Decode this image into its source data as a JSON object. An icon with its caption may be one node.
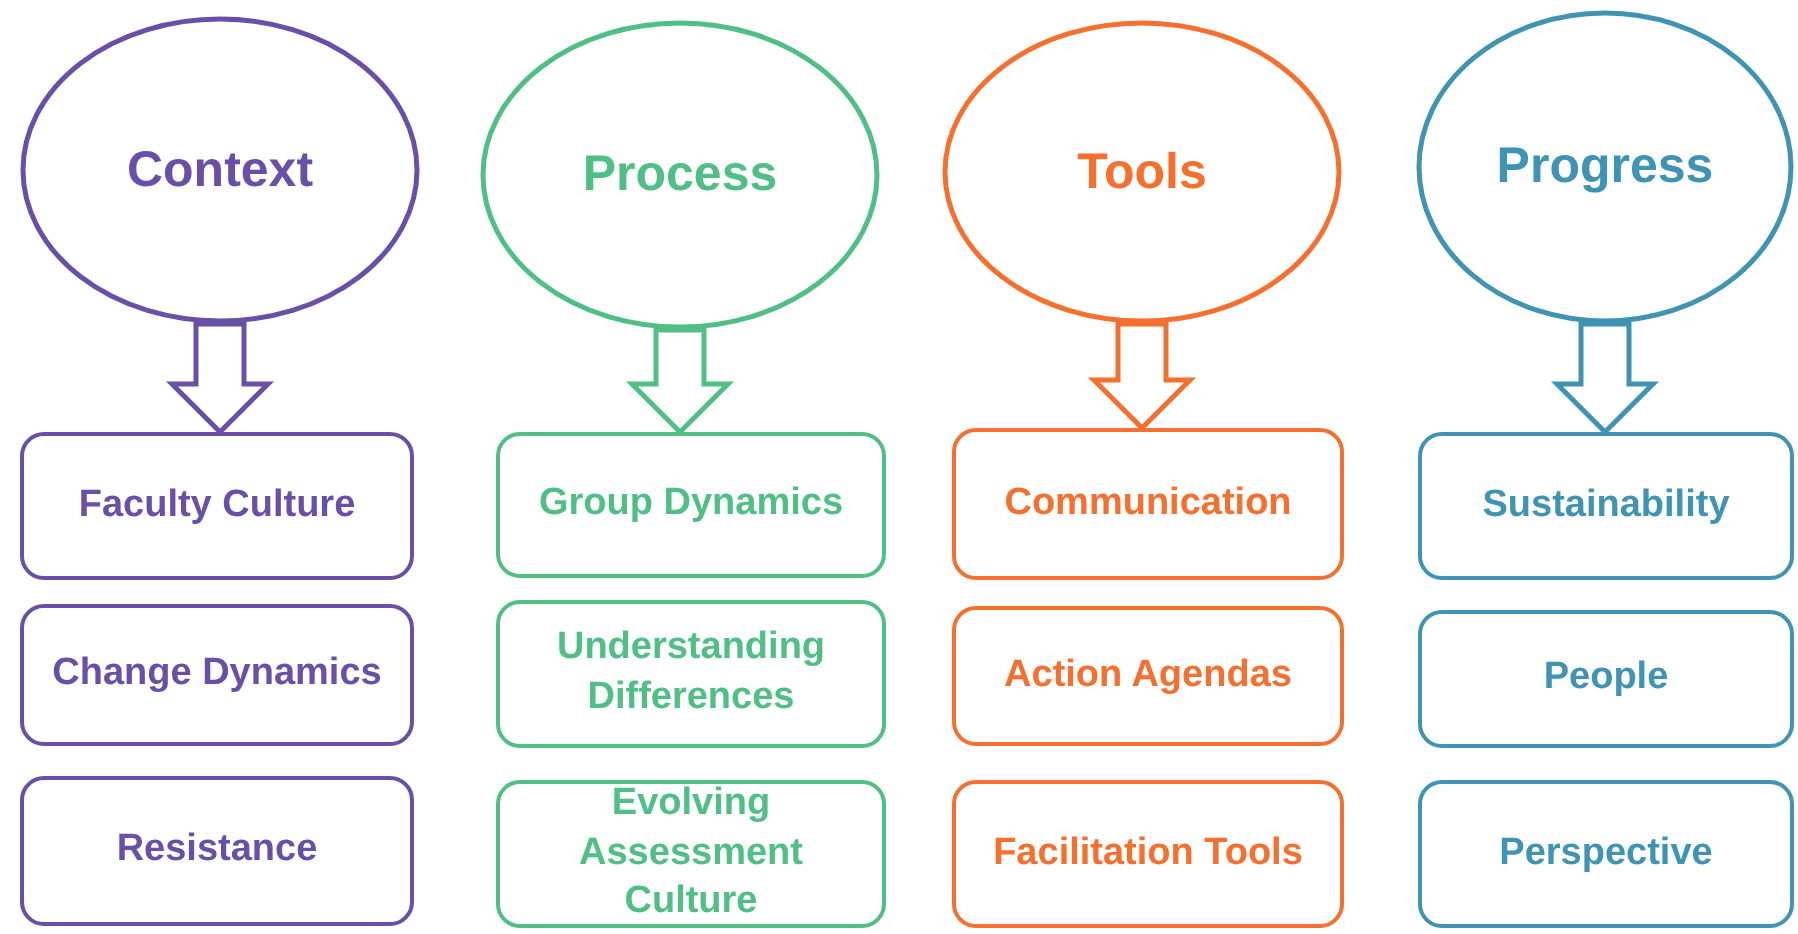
{
  "diagram": {
    "nodes": [
      {
        "text": [
          "Context"
        ]
      },
      {
        "text": [
          "Faculty Culture"
        ]
      },
      {
        "text": [
          "Change Dynamics"
        ]
      },
      {
        "text": [
          "Resistance"
        ]
      },
      {
        "text": [
          "Process"
        ]
      },
      {
        "text": [
          "Group Dynamics"
        ]
      },
      {
        "text": [
          "Understanding Differences"
        ]
      },
      {
        "text": [
          "Evolving Assessment Culture"
        ]
      },
      {
        "text": [
          "Tools"
        ]
      },
      {
        "text": [
          "Communication"
        ]
      },
      {
        "text": [
          "Action Agendas"
        ]
      },
      {
        "text": [
          "Facilitation Tools"
        ]
      },
      {
        "text": [
          "Progress"
        ]
      },
      {
        "text": [
          "Sustainability"
        ]
      },
      {
        "text": [
          "People"
        ]
      },
      {
        "text": [
          "Perspective"
        ]
      }
    ],
    "edges": [
      {
        "from": 0,
        "to": 1,
        "arrow": "to"
      },
      {
        "from": 4,
        "to": 5,
        "arrow": "to"
      },
      {
        "from": 8,
        "to": 9,
        "arrow": "to"
      },
      {
        "from": 12,
        "to": 13,
        "arrow": "to"
      }
    ]
  }
}
